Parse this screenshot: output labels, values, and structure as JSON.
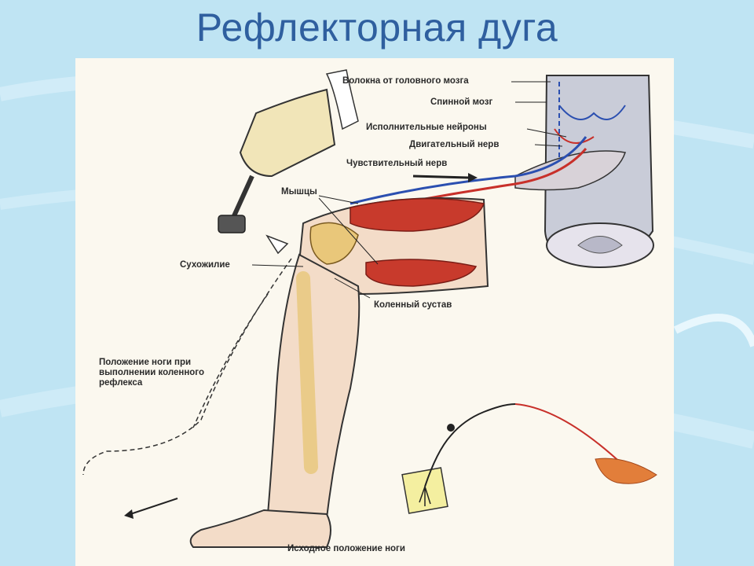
{
  "slide": {
    "title": "Рефлекторная дуга"
  },
  "labels": {
    "brain_fibers": "Волокна от головного мозга",
    "spinal_cord": "Спинной мозг",
    "executive_neurons": "Исполнительные   нейроны",
    "motor_nerve": "Двигательный нерв",
    "sensory_nerve": "Чувствительный нерв",
    "muscles": "Мышцы",
    "tendon": "Сухожилие",
    "knee_joint": "Коленный сустав",
    "leg_position_reflex": "Положение ноги при выполнении коленного рефлекса",
    "initial_leg_position": "Исходное положение ноги"
  },
  "colors": {
    "title": "#2f5f9f",
    "background": "#bfe4f3",
    "panel": "#fbf8ef",
    "muscle": "#c83a2c",
    "bone": "#e9c77a",
    "nerve_blue": "#2b4fb0",
    "nerve_red": "#c8302a"
  }
}
